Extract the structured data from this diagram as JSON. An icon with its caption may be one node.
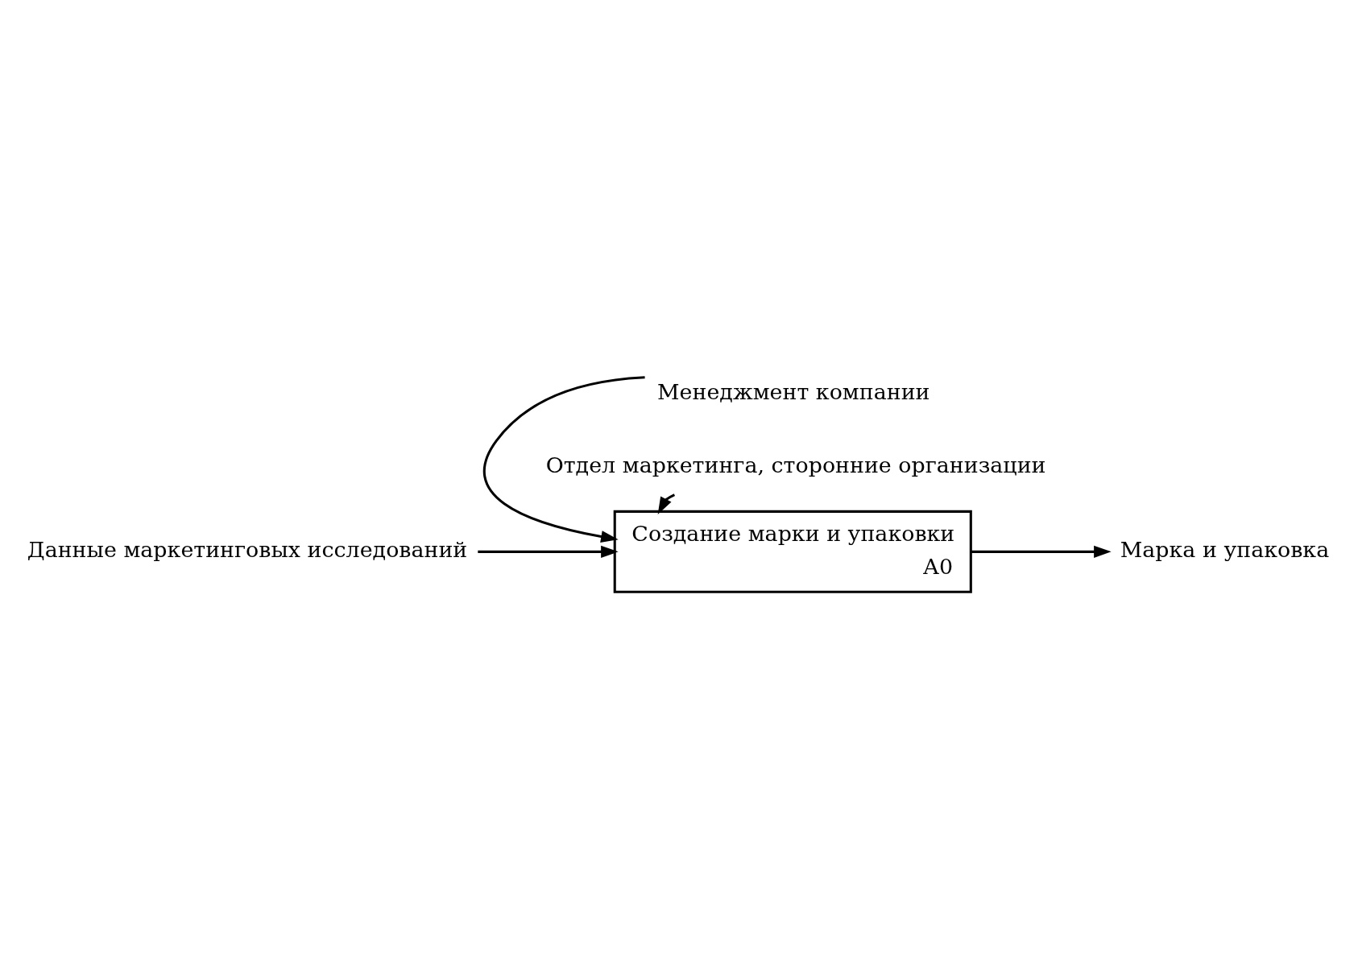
{
  "diagram": {
    "nodes": [
      {
        "text": [
          "Менеджмент компании"
        ]
      },
      {
        "text": [
          "Данные маркетинговых исследований"
        ]
      },
      {
        "text": [
          "Создание марки и упаковки",
          "А0"
        ]
      },
      {
        "text": [
          "Марка и упаковка"
        ]
      },
      {
        "text": [
          "Отдел маркетинга, сторонние организации"
        ]
      }
    ],
    "edges": [
      {
        "from": 0,
        "to": 2,
        "arrow": "to"
      },
      {
        "from": 1,
        "to": 2,
        "arrow": "to"
      },
      {
        "from": 2,
        "to": 3,
        "arrow": "to"
      },
      {
        "from": 4,
        "to": 2,
        "arrow": "to"
      }
    ]
  }
}
